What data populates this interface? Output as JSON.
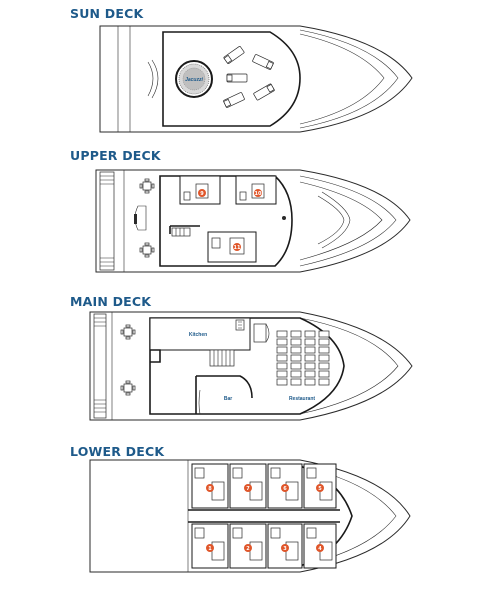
{
  "decks": {
    "sun": {
      "title": "SUN DECK",
      "jacuzzi_label": "Jacuzzi"
    },
    "upper": {
      "title": "UPPER DECK",
      "cabins": [
        "9",
        "10",
        "11"
      ]
    },
    "main": {
      "title": "MAIN DECK",
      "kitchen_label": "Kitchen",
      "bar_label": "Bar",
      "restaurant_label": "Restaurant"
    },
    "lower": {
      "title": "LOWER DECK",
      "cabins_top": [
        "8",
        "7",
        "6",
        "5"
      ],
      "cabins_bottom": [
        "1",
        "2",
        "3",
        "4"
      ]
    }
  },
  "colors": {
    "title": "#1e5a8a",
    "cabin_marker": "#e0562a",
    "hull_line": "#2a2a2a"
  }
}
